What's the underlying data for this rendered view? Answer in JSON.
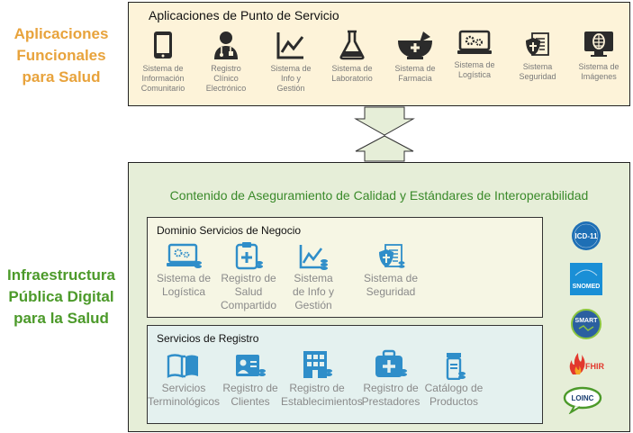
{
  "side": {
    "top_title": "Aplicaciones\nFuncionales\npara Salud",
    "bottom_title": "Infraestructura\nPública Digital\npara la Salud"
  },
  "point_of_service": {
    "title": "Aplicaciones de Punto de Servicio",
    "apps": [
      {
        "icon": "tablet-icon",
        "label": "Sistema de\nInformación\nComunitario"
      },
      {
        "icon": "doctor-icon",
        "label": "Registro\nClínico\nElectrónico"
      },
      {
        "icon": "line-chart-icon",
        "label": "Sistema de\nInfo y\nGestión"
      },
      {
        "icon": "flask-icon",
        "label": "Sistema de\nLaboratorio"
      },
      {
        "icon": "mortar-pestle-icon",
        "label": "Sistema de\nFarmacia"
      },
      {
        "icon": "logistics-monitor-icon",
        "label": "Sistema de\nLogística"
      },
      {
        "icon": "security-shield-icon",
        "label": "Sistema\nSeguridad"
      },
      {
        "icon": "imaging-monitor-icon",
        "label": "Sistema de\nImágenes"
      }
    ]
  },
  "infrastructure": {
    "title": "Contenido de Aseguramiento de Calidad y Estándares de Interoperabilidad",
    "business_domain": {
      "title": "Dominio Servicios de Negocio",
      "services": [
        {
          "icon": "logistics-monitor-icon",
          "label": "Sistema de\nLogística"
        },
        {
          "icon": "shared-health-record-icon",
          "label": "Registro de\nSalud\nCompartido"
        },
        {
          "icon": "info-management-icon",
          "label": "Sistema\nde Info y\nGestión"
        },
        {
          "icon": "security-document-icon",
          "label": "Sistema de\nSeguridad"
        }
      ]
    },
    "registry": {
      "title": "Servicios de Registro",
      "services": [
        {
          "icon": "book-icon",
          "label": "Servicios\nTerminológicos"
        },
        {
          "icon": "client-registry-icon",
          "label": "Registro de\nClientes"
        },
        {
          "icon": "facility-registry-icon",
          "label": "Registro de\nEstablecimientos"
        },
        {
          "icon": "medical-kit-icon",
          "label": "Registro de\nPrestadores"
        },
        {
          "icon": "product-catalog-icon",
          "label": "Catálogo de\nProductos"
        }
      ]
    },
    "standards": [
      {
        "icon": "icd-11-logo",
        "text": "ICD-11"
      },
      {
        "icon": "snomed-logo",
        "text": "SNOMED"
      },
      {
        "icon": "smart-logo",
        "text": "SMART"
      },
      {
        "icon": "fhir-logo",
        "text": "FHIR"
      },
      {
        "icon": "loinc-logo",
        "text": "LOINC"
      }
    ]
  },
  "colors": {
    "orange": "#e8a33c",
    "green": "#4c9a2a",
    "icon_blue": "#2f8ec9",
    "icon_dark": "#2b2b2b"
  }
}
